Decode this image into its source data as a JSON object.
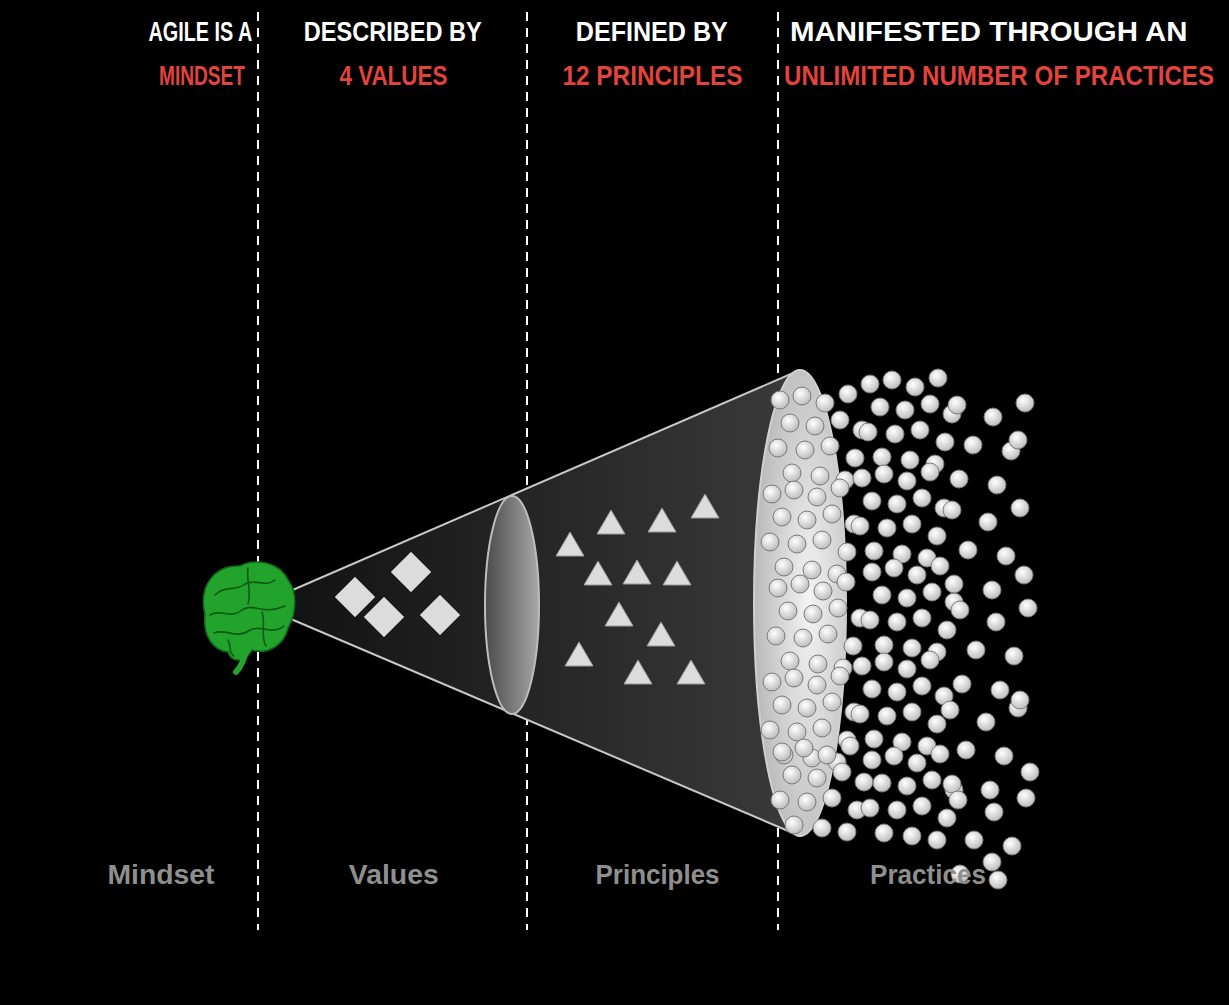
{
  "diagram": {
    "labels": [
      "AGILE IS A",
      "MINDSET",
      "DESCRIBED BY",
      "4 VALUES",
      "DEFINED BY",
      "12 PRINCIPLES",
      "MANIFESTED THROUGH AN",
      "UNLIMITED NUMBER OF PRACTICES",
      "Mindset",
      "Values",
      "Principles",
      "Practices"
    ]
  }
}
